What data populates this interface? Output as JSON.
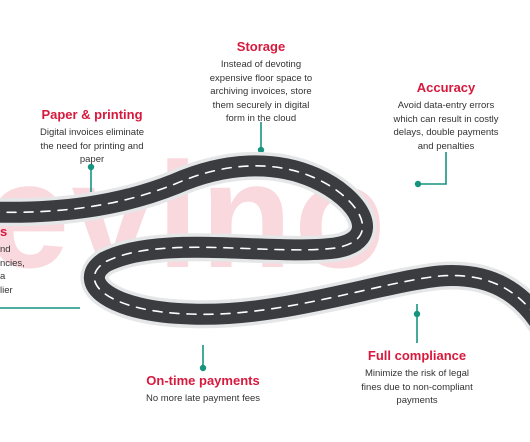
{
  "watermark": {
    "text": "evino",
    "color": "#f9d9dd"
  },
  "colors": {
    "accent": "#d7193d",
    "connector": "#17947f",
    "road": "#3a3c3f",
    "curb": "#e4e6e8"
  },
  "callouts": {
    "storage": {
      "title": "Storage",
      "lines": [
        "Instead of devoting",
        "expensive floor space to",
        "archiving invoices, store",
        "them securely in digital",
        "form in the cloud"
      ]
    },
    "paper": {
      "title": "Paper & printing",
      "lines": [
        "Digital invoices eliminate",
        "the need for printing and",
        "paper"
      ]
    },
    "accuracy": {
      "title": "Accuracy",
      "lines": [
        "Avoid data-entry errors",
        "which can result in costly",
        "delays, double payments",
        "and penalties"
      ]
    },
    "ontime": {
      "title": "On-time payments",
      "lines": [
        "No more late payment fees"
      ]
    },
    "compliance": {
      "title": "Full compliance",
      "lines": [
        "Minimize the risk of legal",
        "fines due to non-compliant",
        "payments"
      ]
    },
    "left": {
      "title": "s",
      "lines": [
        "nd",
        "ncies,",
        "a",
        "lier"
      ]
    }
  }
}
